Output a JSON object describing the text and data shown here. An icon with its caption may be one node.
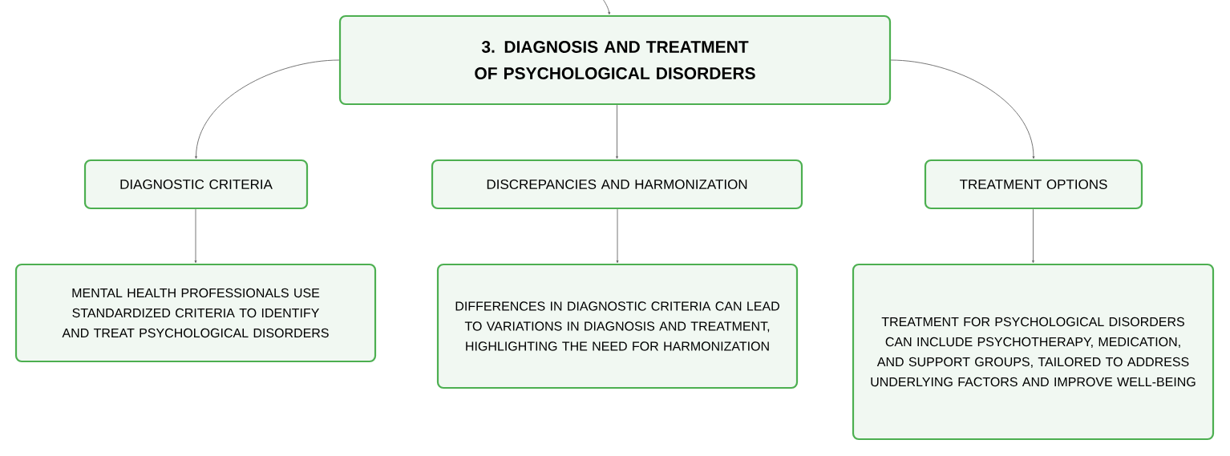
{
  "diagram": {
    "nodes": [
      {
        "text": [
          "3. DIAGNOSIS AND TREATMENT OF PSYCHOLOGICAL DISORDERS"
        ]
      },
      {
        "text": [
          "DIAGNOSTIC CRITERIA"
        ]
      },
      {
        "text": [
          "DISCREPANCIES AND HARMONIZATION"
        ]
      },
      {
        "text": [
          "TREATMENT OPTIONS"
        ]
      },
      {
        "text": [
          "MENTAL HEALTH PROFESSIONALS USE STANDARDIZED CRITERIA TO IDENTIFY AND TREAT PSYCHOLOGICAL DISORDERS"
        ]
      },
      {
        "text": [
          "DIFFERENCES IN DIAGNOSTIC CRITERIA CAN LEAD TO VARIATIONS IN DIAGNOSIS AND TREATMENT, HIGHLIGHTING THE NEED FOR HARMONIZATION"
        ]
      },
      {
        "text": [
          "TREATMENT FOR PSYCHOLOGICAL DISORDERS CAN INCLUDE PSYCHOTHERAPY, MEDICATION, AND SUPPORT GROUPS, TAILORED TO ADDRESS UNDERLYING FACTORS AND IMPROVE WELL-BEING"
        ]
      }
    ],
    "edges": [
      {
        "from": null,
        "to": 0,
        "arrow": "to"
      },
      {
        "from": 0,
        "to": 1,
        "arrow": "to"
      },
      {
        "from": 0,
        "to": 2,
        "arrow": "to"
      },
      {
        "from": 0,
        "to": 3,
        "arrow": "to"
      },
      {
        "from": 1,
        "to": 4,
        "arrow": "to"
      },
      {
        "from": 2,
        "to": 5,
        "arrow": "to"
      },
      {
        "from": 3,
        "to": 6,
        "arrow": "to"
      }
    ]
  }
}
